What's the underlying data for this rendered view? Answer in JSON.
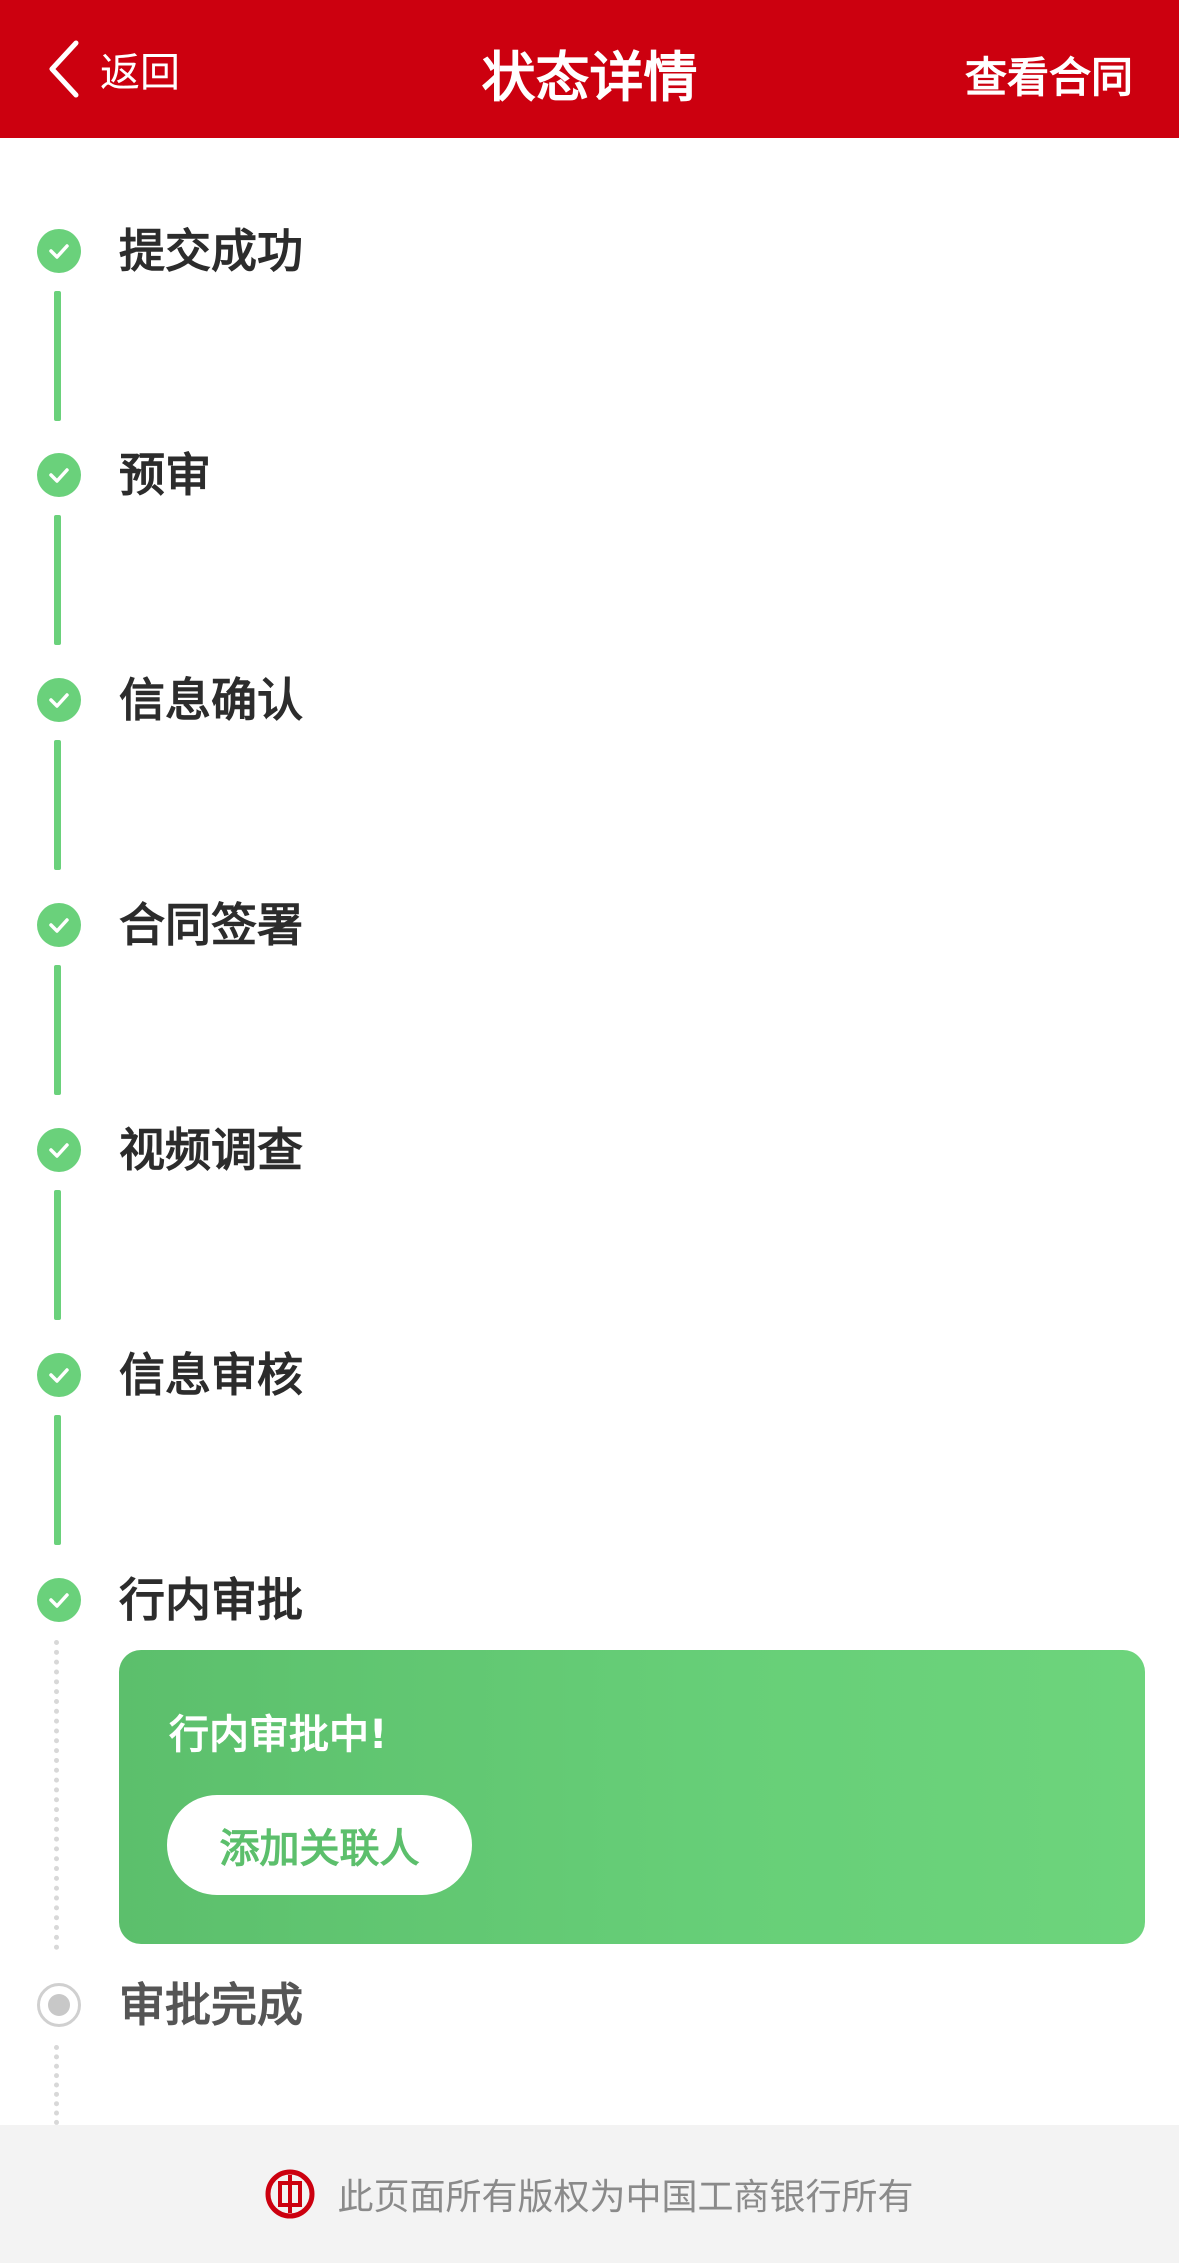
{
  "header": {
    "back_label": "返回",
    "title": "状态详情",
    "action_label": "查看合同",
    "background_color": "#CC000F"
  },
  "timeline": {
    "steps": [
      {
        "label": "提交成功",
        "status": "done"
      },
      {
        "label": "预审",
        "status": "done"
      },
      {
        "label": "信息确认",
        "status": "done"
      },
      {
        "label": "合同签署",
        "status": "done"
      },
      {
        "label": "视频调查",
        "status": "done"
      },
      {
        "label": "信息审核",
        "status": "done"
      },
      {
        "label": "行内审批",
        "status": "current"
      },
      {
        "label": "审批完成",
        "status": "pending"
      }
    ],
    "done_color": "#6AD17B"
  },
  "status_card": {
    "message": "行内审批中!",
    "button_label": "添加关联人"
  },
  "footer": {
    "copyright": "此页面所有版权为中国工商银行所有",
    "logo_icon": "icbc-logo-icon"
  }
}
